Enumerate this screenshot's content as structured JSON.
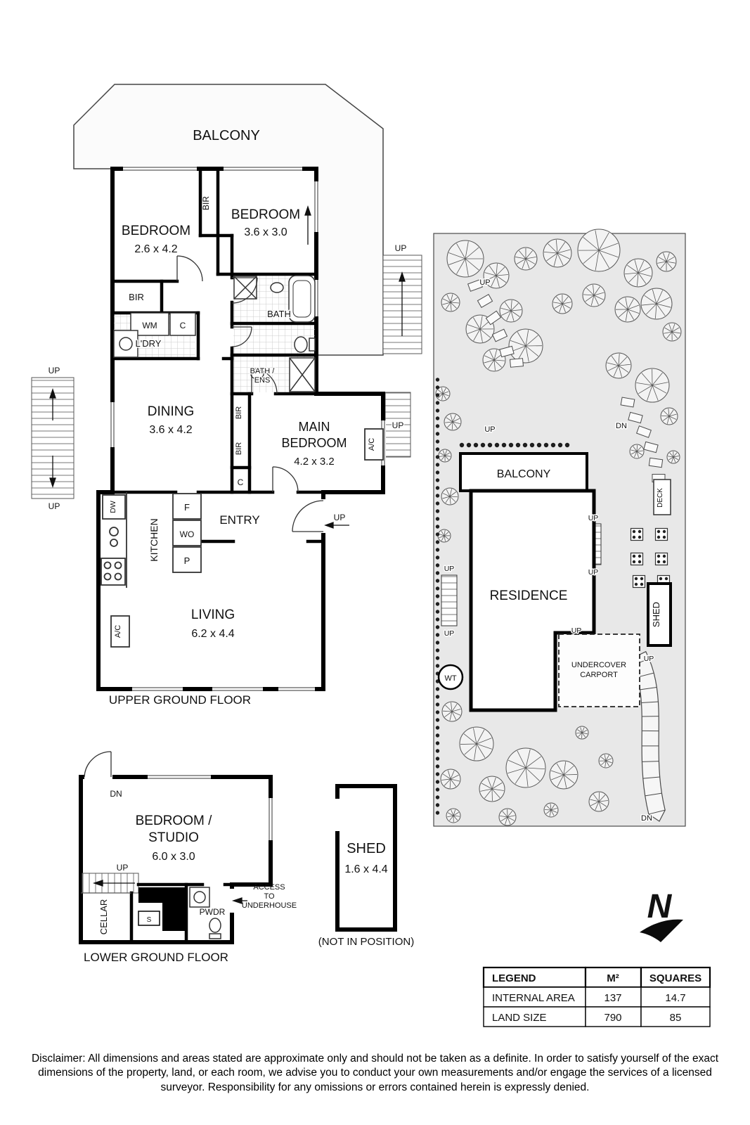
{
  "upper": {
    "balcony": "BALCONY",
    "bedroom1": {
      "name": "BEDROOM",
      "dims": "2.6 x 4.2"
    },
    "bedroom2": {
      "name": "BEDROOM",
      "dims": "3.6 x 3.0"
    },
    "bir": "BIR",
    "wm": "WM",
    "c": "C",
    "ldry": "L'DRY",
    "bath": "BATH",
    "bath_ens_line1": "BATH /",
    "bath_ens_line2": "ENS",
    "dining": {
      "name": "DINING",
      "dims": "3.6 x 4.2"
    },
    "main_bedroom": {
      "line1": "MAIN",
      "line2": "BEDROOM",
      "dims": "4.2 x 3.2"
    },
    "ac": "A/C",
    "entry": "ENTRY",
    "kitchen": "KITCHEN",
    "dw": "DW",
    "f": "F",
    "wo": "WO",
    "p": "P",
    "living": {
      "name": "LIVING",
      "dims": "6.2 x 4.4"
    },
    "up": "UP",
    "caption": "UPPER GROUND FLOOR"
  },
  "lower": {
    "dn": "DN",
    "studio": {
      "line1": "BEDROOM /",
      "line2": "STUDIO",
      "dims": "6.0 x 3.0"
    },
    "up": "UP",
    "cellar": "CELLAR",
    "s": "S",
    "pwdr": "PWDR",
    "access": {
      "line1": "ACCESS",
      "line2": "TO",
      "line3": "UNDERHOUSE"
    },
    "caption": "LOWER GROUND FLOOR"
  },
  "shed_plan": {
    "name": "SHED",
    "dims": "1.6 x 4.4",
    "note": "(NOT IN POSITION)"
  },
  "site": {
    "balcony": "BALCONY",
    "residence": "RESIDENCE",
    "carport_line1": "UNDERCOVER",
    "carport_line2": "CARPORT",
    "shed": "SHED",
    "deck": "DECK",
    "wt": "WT",
    "up": "UP",
    "dn": "DN"
  },
  "compass": {
    "letter": "N"
  },
  "legend": {
    "headers": [
      "LEGEND",
      "M²",
      "SQUARES"
    ],
    "rows": [
      {
        "label": "INTERNAL AREA",
        "m2": "137",
        "squares": "14.7"
      },
      {
        "label": "LAND SIZE",
        "m2": "790",
        "squares": "85"
      }
    ]
  },
  "disclaimer": "Disclaimer: All dimensions and areas stated are approximate only and should not be taken as a definite. In order to satisfy yourself of the exact dimensions of the property, land, or each room, we advise you to conduct your own measurements and/or engage the services of a licensed surveyor. Responsibility for any omissions or errors contained herein is expressly denied."
}
